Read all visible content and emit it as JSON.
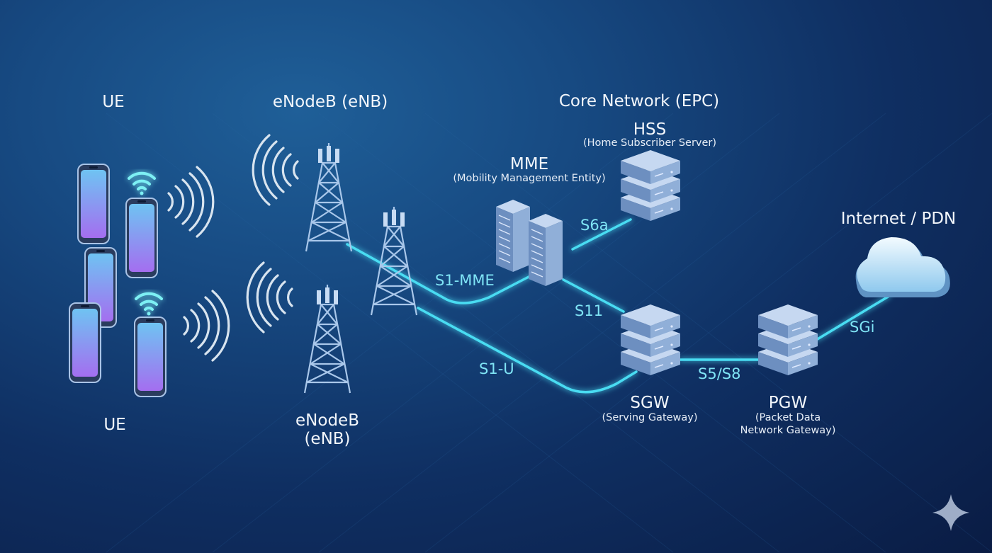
{
  "labels": {
    "ue_top": "UE",
    "ue_bottom": "UE",
    "enb_top": "eNodeB (eNB)",
    "enb_bottom_line1": "eNodeB",
    "enb_bottom_line2": "(eNB)",
    "core": "Core Network (EPC)",
    "hss": "HSS",
    "hss_sub": "(Home Subscriber Server)",
    "mme": "MME",
    "mme_sub": "(Mobility Management Entity)",
    "sgw": "SGW",
    "sgw_sub": "(Serving Gateway)",
    "pgw": "PGW",
    "pgw_sub_line1": "(Packet Data",
    "pgw_sub_line2": "Network Gateway)",
    "internet": "Internet / PDN"
  },
  "interfaces": {
    "s1_mme": "S1-MME",
    "s6a": "S6a",
    "s11": "S11",
    "s1_u": "S1-U",
    "s5_s8": "S5/S8",
    "sgi": "SGi"
  },
  "colors": {
    "link": "#49dcf2",
    "server": "#8fb0da",
    "phone_screen": "#9a6ff0",
    "cloud": "#d9eefc"
  },
  "icons": [
    "smartphone-icon",
    "wifi-icon",
    "radio-waves-icon",
    "cell-tower-icon",
    "server-icon",
    "cloud-icon",
    "sparkle-icon"
  ]
}
